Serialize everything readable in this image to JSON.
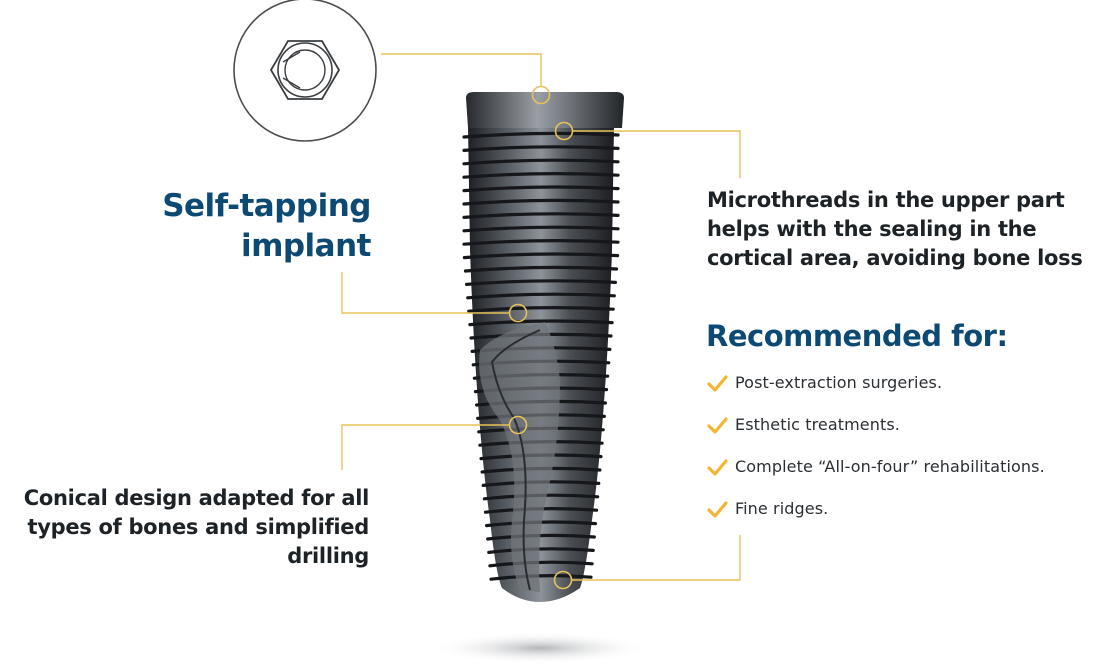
{
  "labels": {
    "self_tapping_line1": "Self-tapping",
    "self_tapping_line2": "implant",
    "conical_line1": "Conical design adapted for all",
    "conical_line2": "types of bones and simplified",
    "conical_line3": "drilling",
    "microthreads_line1": "Microthreads in the upper part",
    "microthreads_line2": "helps with the sealing in the",
    "microthreads_line3": "cortical area, avoiding bone loss"
  },
  "recommended": {
    "title": "Recommended for:",
    "items": [
      "Post-extraction surgeries.",
      "Esthetic treatments.",
      "Complete “All-on-four” rehabilitations.",
      "Fine ridges."
    ]
  },
  "colors": {
    "title_blue": "#0d4a73",
    "text_dark": "#1d2226",
    "callout_gold": "#e8c15a",
    "check_gold": "#f2b632",
    "implant_dark": "#2c2f33",
    "implant_light": "#9aa0a6"
  },
  "icons": {
    "check": "check-icon",
    "top_view": "hex-connection-icon"
  }
}
